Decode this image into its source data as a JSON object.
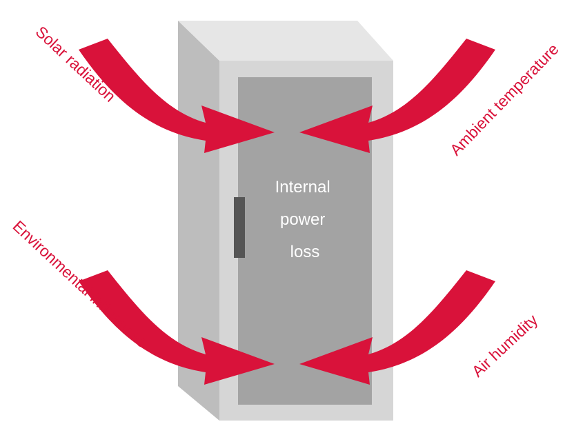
{
  "colors": {
    "arrow": "#D9123A",
    "cabinet_light": "#D6D6D6",
    "cabinet_side": "#BDBDBD",
    "cabinet_top": "#E6E6E6",
    "door": "#A3A3A3",
    "handle": "#555555",
    "center_text": "#FFFFFF"
  },
  "cabinet": {
    "label_lines": [
      "Internal",
      "power",
      "loss"
    ]
  },
  "influences": {
    "solar": "Solar radiation",
    "ambient": "Ambient temperature",
    "environmental": "Environmental influences",
    "humidity": "Air humidity"
  }
}
